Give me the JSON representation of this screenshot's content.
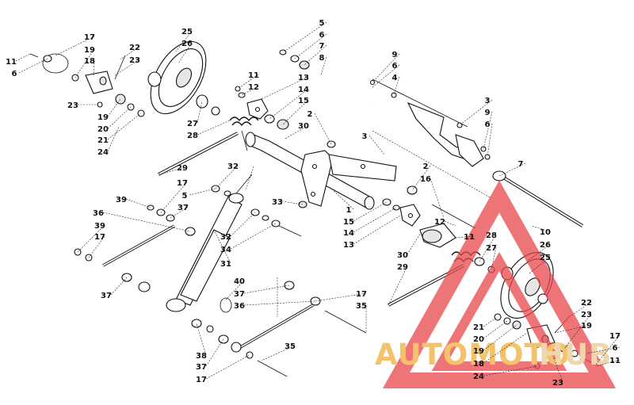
{
  "watermark": {
    "brand_a": "AUTOMOTO",
    "brand_b": "HUB",
    "color_a": "#f3c26b",
    "color_b": "#f0d6ad",
    "logo_color": "#e8474a"
  },
  "callouts": [
    {
      "id": "c01",
      "text": "5"
    },
    {
      "id": "c02",
      "text": "6"
    },
    {
      "id": "c03",
      "text": "7"
    },
    {
      "id": "c04",
      "text": "8"
    },
    {
      "id": "c05",
      "text": "9"
    },
    {
      "id": "c06",
      "text": "6"
    },
    {
      "id": "c07",
      "text": "4"
    },
    {
      "id": "c08",
      "text": "17"
    },
    {
      "id": "c09",
      "text": "11"
    },
    {
      "id": "c10",
      "text": "6"
    },
    {
      "id": "c11",
      "text": "19"
    },
    {
      "id": "c12",
      "text": "18"
    },
    {
      "id": "c13",
      "text": "22"
    },
    {
      "id": "c14",
      "text": "23"
    },
    {
      "id": "c15",
      "text": "25"
    },
    {
      "id": "c16",
      "text": "26"
    },
    {
      "id": "c17",
      "text": "23"
    },
    {
      "id": "c18",
      "text": "19"
    },
    {
      "id": "c19",
      "text": "20"
    },
    {
      "id": "c20",
      "text": "21"
    },
    {
      "id": "c21",
      "text": "24"
    },
    {
      "id": "c22",
      "text": "27"
    },
    {
      "id": "c23",
      "text": "28"
    },
    {
      "id": "c24",
      "text": "11"
    },
    {
      "id": "c25",
      "text": "12"
    },
    {
      "id": "c26",
      "text": "13"
    },
    {
      "id": "c27",
      "text": "14"
    },
    {
      "id": "c28",
      "text": "15"
    },
    {
      "id": "c29",
      "text": "2"
    },
    {
      "id": "c30",
      "text": "30"
    },
    {
      "id": "c31",
      "text": "3"
    },
    {
      "id": "c32",
      "text": "9"
    },
    {
      "id": "c33",
      "text": "6"
    },
    {
      "id": "c34",
      "text": "3"
    },
    {
      "id": "c35",
      "text": "29"
    },
    {
      "id": "c36",
      "text": "32"
    },
    {
      "id": "c37",
      "text": "17"
    },
    {
      "id": "c38",
      "text": "5"
    },
    {
      "id": "c39",
      "text": "39"
    },
    {
      "id": "c40",
      "text": "37"
    },
    {
      "id": "c41",
      "text": "36"
    },
    {
      "id": "c42",
      "text": "33"
    },
    {
      "id": "c43",
      "text": "1"
    },
    {
      "id": "c44",
      "text": "2"
    },
    {
      "id": "c45",
      "text": "16"
    },
    {
      "id": "c46",
      "text": "7"
    },
    {
      "id": "c47",
      "text": "15"
    },
    {
      "id": "c48",
      "text": "14"
    },
    {
      "id": "c49",
      "text": "13"
    },
    {
      "id": "c50",
      "text": "12"
    },
    {
      "id": "c51",
      "text": "39"
    },
    {
      "id": "c52",
      "text": "17"
    },
    {
      "id": "c53",
      "text": "32"
    },
    {
      "id": "c54",
      "text": "34"
    },
    {
      "id": "c55",
      "text": "31"
    },
    {
      "id": "c56",
      "text": "11"
    },
    {
      "id": "c57",
      "text": "28"
    },
    {
      "id": "c58",
      "text": "10"
    },
    {
      "id": "c59",
      "text": "27"
    },
    {
      "id": "c60",
      "text": "26"
    },
    {
      "id": "c61",
      "text": "25"
    },
    {
      "id": "c62",
      "text": "30"
    },
    {
      "id": "c63",
      "text": "29"
    },
    {
      "id": "c64",
      "text": "40"
    },
    {
      "id": "c65",
      "text": "37"
    },
    {
      "id": "c66",
      "text": "37"
    },
    {
      "id": "c67",
      "text": "17"
    },
    {
      "id": "c68",
      "text": "36"
    },
    {
      "id": "c69",
      "text": "35"
    },
    {
      "id": "c70",
      "text": "22"
    },
    {
      "id": "c71",
      "text": "23"
    },
    {
      "id": "c72",
      "text": "19"
    },
    {
      "id": "c73",
      "text": "21"
    },
    {
      "id": "c74",
      "text": "20"
    },
    {
      "id": "c75",
      "text": "19"
    },
    {
      "id": "c76",
      "text": "18"
    },
    {
      "id": "c77",
      "text": "24"
    },
    {
      "id": "c78",
      "text": "23"
    },
    {
      "id": "c79",
      "text": "17"
    },
    {
      "id": "c80",
      "text": "6"
    },
    {
      "id": "c81",
      "text": "11"
    },
    {
      "id": "c82",
      "text": "35"
    },
    {
      "id": "c83",
      "text": "38"
    },
    {
      "id": "c84",
      "text": "37"
    },
    {
      "id": "c85",
      "text": "17"
    }
  ]
}
